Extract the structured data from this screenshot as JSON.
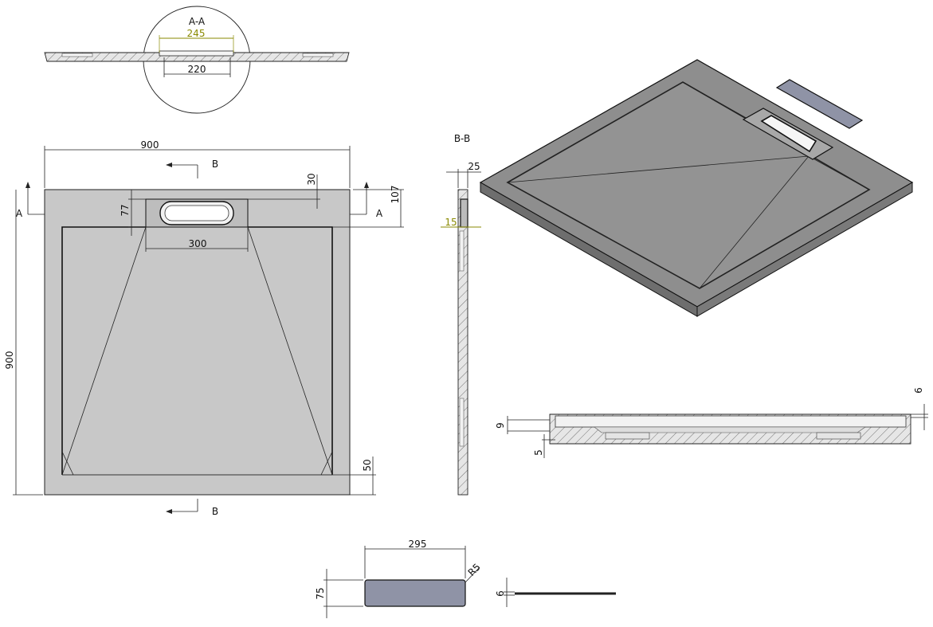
{
  "section_aa": {
    "title": "A-A",
    "dim_top": "245",
    "dim_bottom": "220"
  },
  "plan_view": {
    "width": "900",
    "height": "900",
    "dim_30": "30",
    "dim_107": "107",
    "dim_77": "77",
    "dim_300": "300",
    "dim_50": "50",
    "marker_a_left": "A",
    "marker_a_right": "A",
    "marker_b_top": "B",
    "marker_b_bottom": "B"
  },
  "section_bb": {
    "title": "B-B",
    "dim_25": "25",
    "dim_15": "15"
  },
  "edge_section": {
    "dim_6": "6",
    "dim_9": "9",
    "dim_5": "5"
  },
  "cover_plate": {
    "width": "295",
    "height": "75",
    "radius": "R5",
    "thickness": "6"
  },
  "colors": {
    "tray_fill": "#c8c8c8",
    "iso_fill": "#8e8e8e",
    "cover_fill": "#8f93a6",
    "dim_accent": "#8a8a00"
  }
}
